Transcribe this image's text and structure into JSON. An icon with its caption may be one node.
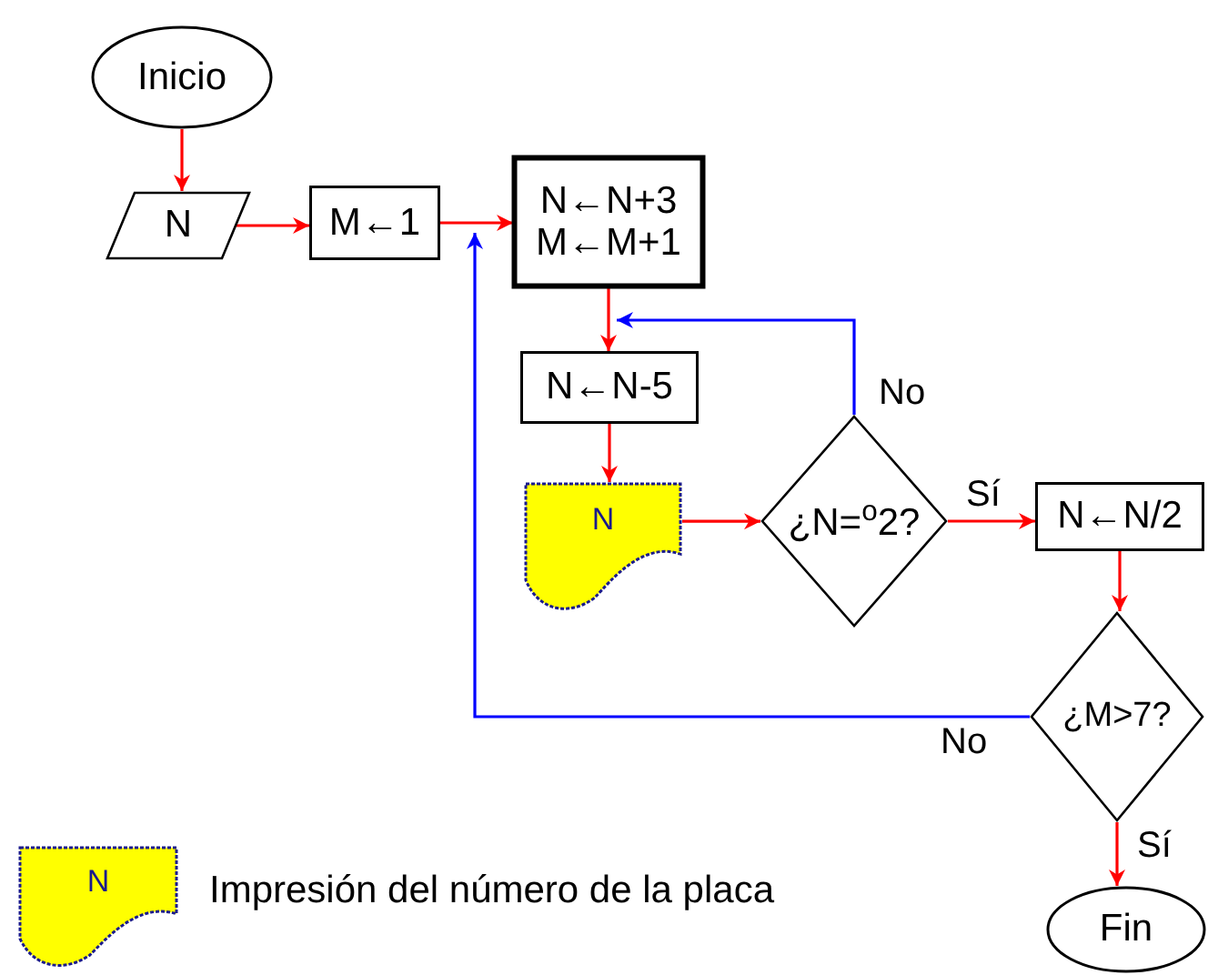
{
  "diagram": {
    "nodes": [
      {
        "text": [
          "Inicio"
        ]
      },
      {
        "text": [
          "N"
        ]
      },
      {
        "text": [
          "M←1"
        ]
      },
      {
        "text": [
          "N←N+3 M←M+1"
        ]
      },
      {
        "text": [
          "N←N-5"
        ]
      },
      {
        "text": [
          "N"
        ]
      },
      {
        "text": [
          "¿N=$^{o}$2?"
        ]
      },
      {
        "text": [
          "N←N/2"
        ]
      },
      {
        "text": [
          "¿M>7?"
        ]
      },
      {
        "text": [
          "Fin"
        ]
      },
      {
        "text": [
          "N"
        ],
        "beside": [
          "Impresión del número de la placa"
        ]
      }
    ],
    "edges": [
      {
        "from": 0,
        "to": 1,
        "arrow": "to"
      },
      {
        "from": 1,
        "to": 2,
        "arrow": "to"
      },
      {
        "from": 2,
        "to": 3,
        "arrow": "to"
      },
      {
        "from": 3,
        "to": 4,
        "arrow": "to"
      },
      {
        "from": 4,
        "to": 5,
        "arrow": "to"
      },
      {
        "from": 5,
        "to": 6,
        "arrow": "to"
      },
      {
        "from": 6,
        "to": 7,
        "arrow": "to",
        "label": "Sí"
      },
      {
        "from": 7,
        "to": 8,
        "arrow": "to"
      },
      {
        "from": 8,
        "to": 9,
        "arrow": "to",
        "label": "Sí"
      },
      {
        "from": 6,
        "to": 4,
        "arrow": "to",
        "label": "No",
        "color": "#0000ff"
      },
      {
        "from": 8,
        "to": 3,
        "arrow": "to",
        "label": "No",
        "color": "#0000ff"
      }
    ]
  }
}
